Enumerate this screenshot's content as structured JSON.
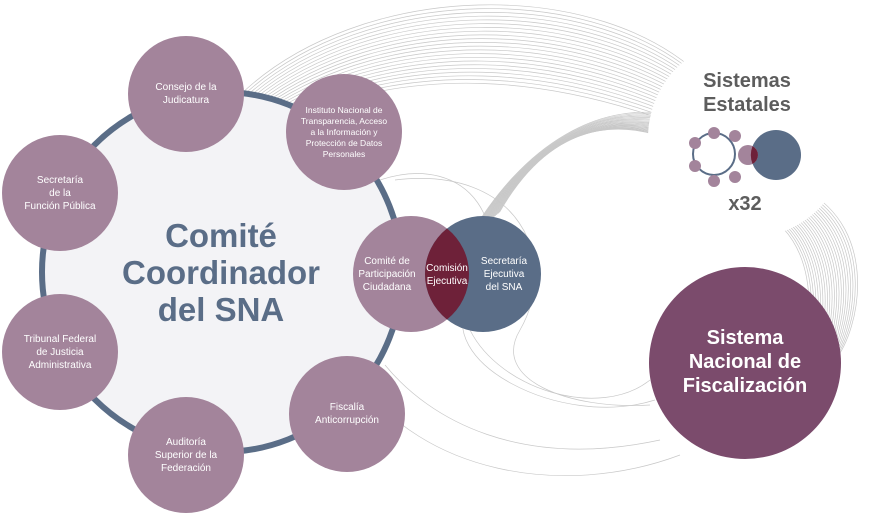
{
  "main": {
    "title": "Comité\nCoordinador\ndel SNA"
  },
  "members": {
    "consejo": "Consejo de la\nJudicatura",
    "inai": "Instituto Nacional de\nTransparencia, Acceso\na la Información y\nProtección de Datos\nPersonales",
    "sfp": "Secretaría\nde la\nFunción Pública",
    "tfja": "Tribunal Federal\nde Justicia\nAdministrativa",
    "asf": "Auditoría\nSuperior de la\nFederación",
    "fiscalia": "Fiscalía\nAnticorrupción",
    "cpc": "Comité de\nParticipación\nCiudadana",
    "sesna": "Secretaría\nEjecutiva\ndel SNA",
    "comision": "Comisión\nEjecutiva"
  },
  "estatales": {
    "title": "Sistemas\nEstatales",
    "count": "x32"
  },
  "snf": {
    "title": "Sistema\nNacional de\nFiscalización"
  },
  "colors": {
    "mauve": "#a3849b",
    "slate": "#5a6d87",
    "burgundy": "#6e2139",
    "plum": "#7b4b6c",
    "ring": "#5a6d87",
    "fill": "#f3f3f6"
  }
}
